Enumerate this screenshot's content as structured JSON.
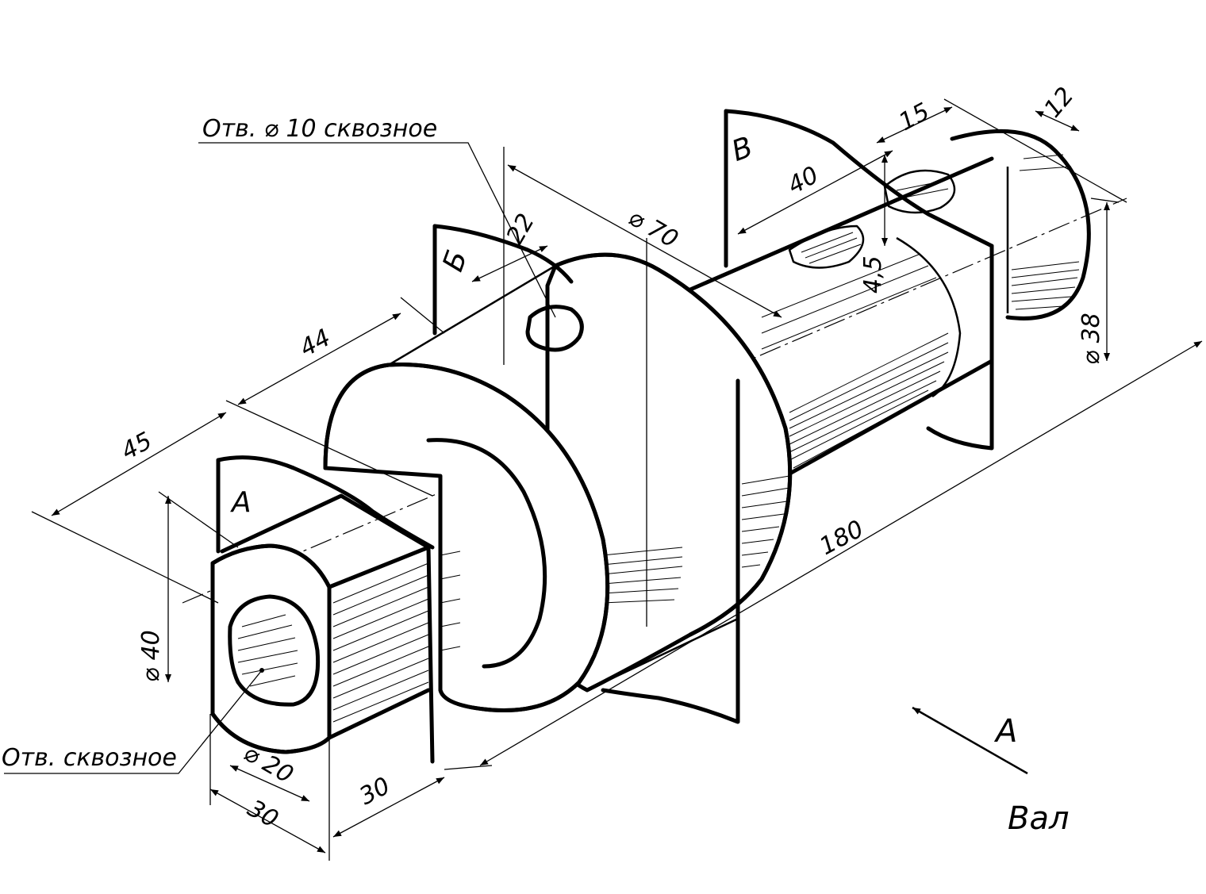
{
  "drawing": {
    "title": "Вал",
    "view_arrow_label": "А",
    "planes": {
      "a": "А",
      "b": "Б",
      "v": "В"
    },
    "notes": {
      "hole_top": "Отв. ⌀ 10 сквозное",
      "hole_front": "Отв. сквозное"
    },
    "dimensions": {
      "d70": "⌀ 70",
      "d40": "⌀ 40",
      "d38": "⌀ 38",
      "d20": "⌀ 20",
      "l180": "180",
      "l45": "45",
      "l44": "44",
      "l40": "40",
      "l30_front": "30",
      "l30_side": "30",
      "w22": "22",
      "w15": "15",
      "w12": "12",
      "depth": "4,5"
    }
  }
}
